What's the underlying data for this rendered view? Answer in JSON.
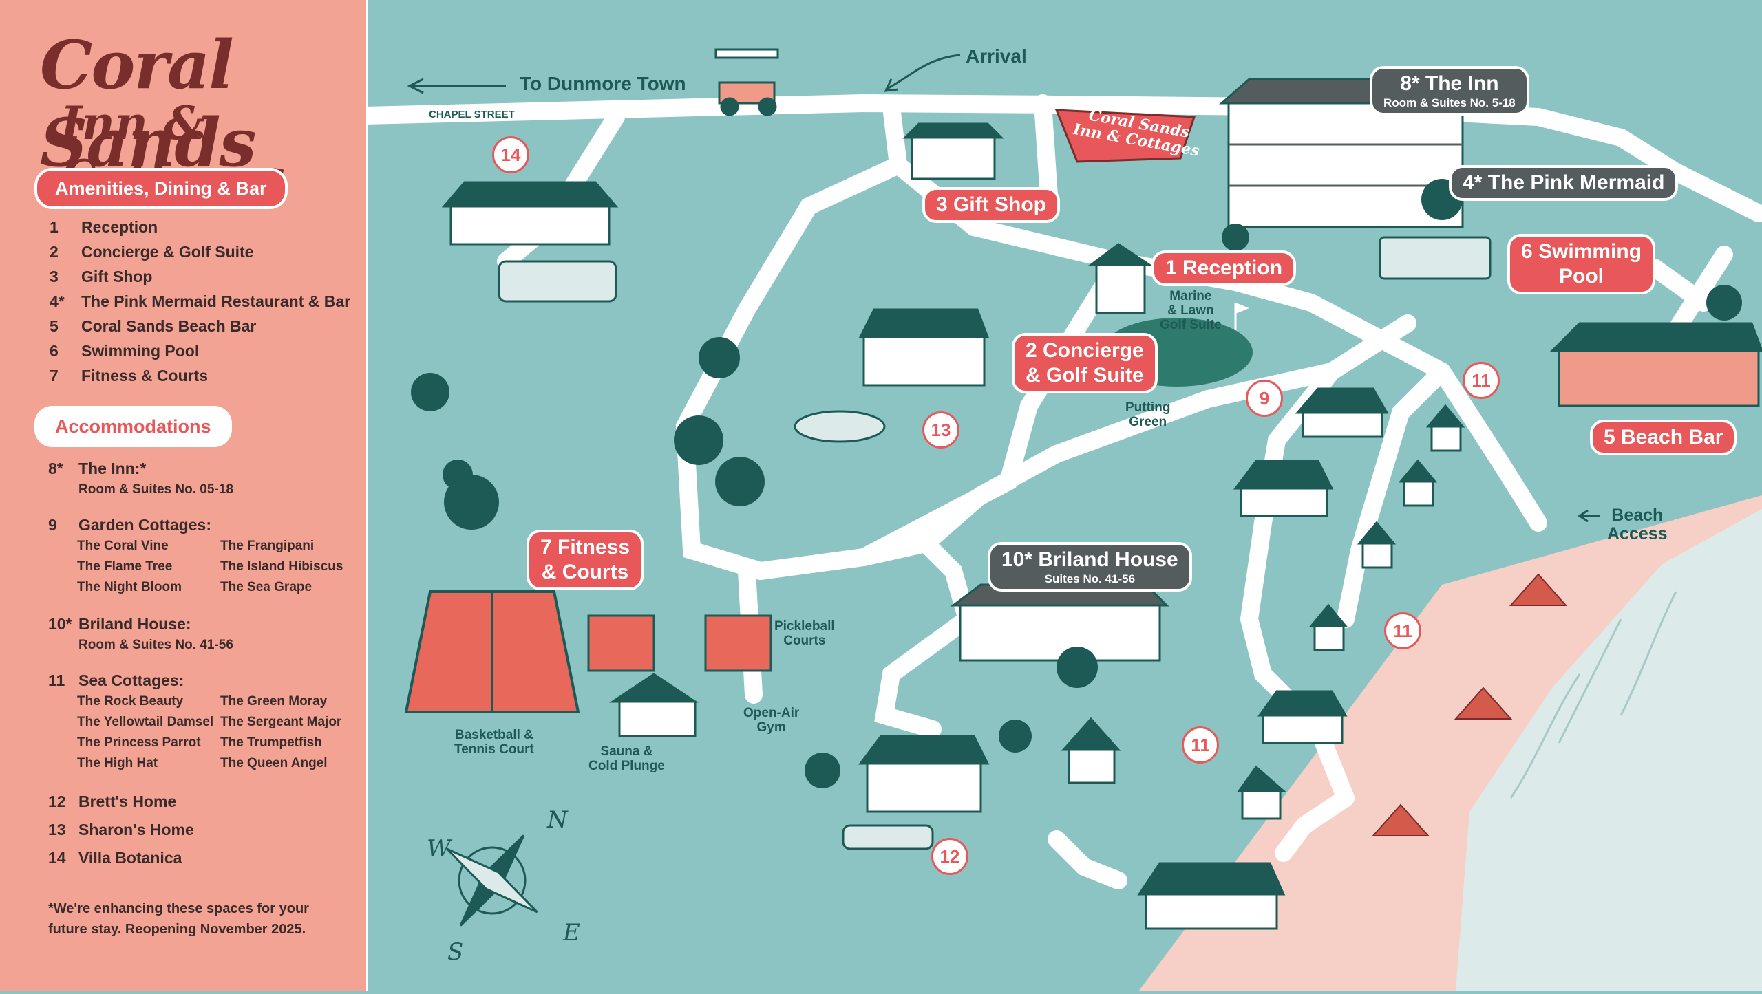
{
  "brand": {
    "line1": "Coral Sands",
    "line2": "Inn & Cottages"
  },
  "amenities": {
    "title": "Amenities, Dining & Bar",
    "items": [
      {
        "num": "1",
        "label": "Reception"
      },
      {
        "num": "2",
        "label": "Concierge & Golf Suite"
      },
      {
        "num": "3",
        "label": "Gift Shop"
      },
      {
        "num": "4*",
        "label": "The Pink Mermaid Restaurant & Bar"
      },
      {
        "num": "5",
        "label": "Coral Sands Beach Bar"
      },
      {
        "num": "6",
        "label": "Swimming Pool"
      },
      {
        "num": "7",
        "label": "Fitness & Courts"
      }
    ]
  },
  "accommodations": {
    "title": "Accommodations",
    "inn": {
      "num": "8*",
      "label": "The Inn:*",
      "desc": "Room & Suites No. 05-18"
    },
    "garden": {
      "num": "9",
      "label": "Garden Cottages:",
      "names": [
        "The Coral Vine",
        "The Frangipani",
        "The Flame Tree",
        "The Island Hibiscus",
        "The Night Bloom",
        "The Sea Grape"
      ]
    },
    "briland": {
      "num": "10*",
      "label": "Briland House:",
      "desc": "Room & Suites No. 41-56"
    },
    "sea": {
      "num": "11",
      "label": "Sea Cottages:",
      "names": [
        "The Rock Beauty",
        "The Green Moray",
        "The Yellowtail Damsel",
        "The Sergeant Major",
        "The Princess Parrot",
        "The Trumpetfish",
        "The High Hat",
        "The Queen Angel"
      ]
    },
    "bretts": {
      "num": "12",
      "label": "Brett's Home"
    },
    "sharons": {
      "num": "13",
      "label": "Sharon's Home"
    },
    "villa": {
      "num": "14",
      "label": "Villa Botanica"
    }
  },
  "footnote": "*We're enhancing these spaces for your future stay. Reopening November 2025.",
  "map": {
    "to_town": "To Dunmore Town",
    "arrival": "Arrival",
    "street": "CHAPEL STREET",
    "sign_line1": "Coral Sands",
    "sign_line2": "Inn & Cottages",
    "tags": {
      "gift_shop": "3 Gift Shop",
      "reception": "1 Reception",
      "concierge_1": "2 Concierge",
      "concierge_2": "& Golf Suite",
      "inn": "8* The Inn",
      "inn_sub": "Room & Suites No. 5-18",
      "mermaid": "4* The Pink Mermaid",
      "pool_1": "6 Swimming",
      "pool_2": "Pool",
      "beach_bar": "5 Beach Bar",
      "fitness_1": "7 Fitness",
      "fitness_2": "& Courts",
      "briland": "10* Briland House",
      "briland_sub": "Suites No. 41-56"
    },
    "circles": {
      "c14": "14",
      "c13": "13",
      "c12": "12",
      "c9": "9",
      "c11a": "11",
      "c11b": "11",
      "c11c": "11"
    },
    "texts": {
      "golf_1": "Marine",
      "golf_2": "& Lawn",
      "golf_3": "Golf Suite",
      "putting_1": "Putting",
      "putting_2": "Green",
      "pickle_1": "Pickleball",
      "pickle_2": "Courts",
      "gym_1": "Open-Air",
      "gym_2": "Gym",
      "bball_1": "Basketball &",
      "bball_2": "Tennis Court",
      "sauna_1": "Sauna &",
      "sauna_2": "Cold Plunge",
      "beach_access_1": "Beach",
      "beach_access_2": "Access"
    },
    "compass": {
      "n": "N",
      "s": "S",
      "e": "E",
      "w": "W"
    }
  },
  "colors": {
    "accent": "#e8585a",
    "sidebar": "#f2a394",
    "sea": "#8cc4c4",
    "teal_dark": "#1d5a55",
    "sand": "#f6cfc6",
    "gray": "#555c5e"
  }
}
